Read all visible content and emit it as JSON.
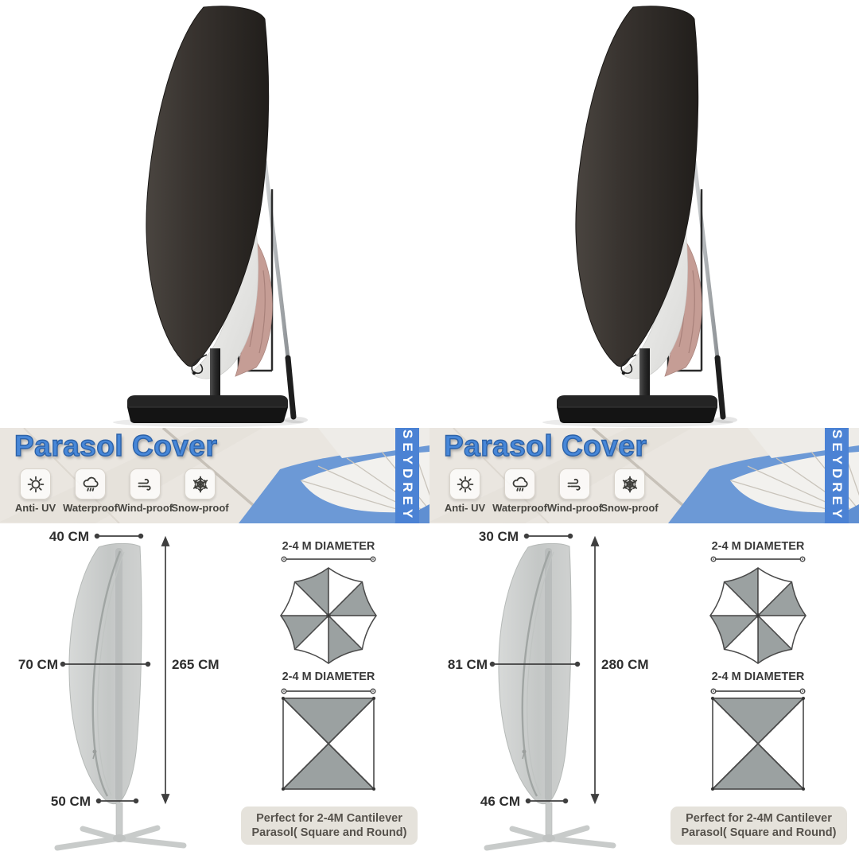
{
  "brand": "SEYDREY",
  "banner": {
    "title": "Parasol Cover",
    "features": [
      {
        "label": "Anti- UV",
        "icon": "sun-icon"
      },
      {
        "label": "Waterproof",
        "icon": "rain-cloud-icon"
      },
      {
        "label": "Wind-proof",
        "icon": "wind-icon"
      },
      {
        "label": "Snow-proof",
        "icon": "snowflake-icon"
      }
    ]
  },
  "diagram_labels": {
    "round_diameter": "2-4 M DIAMETER",
    "square_diameter": "2-4 M DIAMETER"
  },
  "footer_note": {
    "line1": "Perfect for 2-4M Cantilever",
    "line2": "Parasol( Square and Round)"
  },
  "panels": [
    {
      "name": "left",
      "measurements": {
        "top_width": "40 CM",
        "middle_width": "70 CM",
        "height": "265 CM",
        "bottom_width": "50 CM"
      }
    },
    {
      "name": "right",
      "measurements": {
        "top_width": "30 CM",
        "middle_width": "81 CM",
        "height": "280 CM",
        "bottom_width": "46 CM"
      }
    }
  ],
  "colors": {
    "accent_blue": "#4b82d4",
    "title_blue": "#4787d8",
    "diagram_gray": "#9ba1a1",
    "cover_black": "#332e2b"
  }
}
